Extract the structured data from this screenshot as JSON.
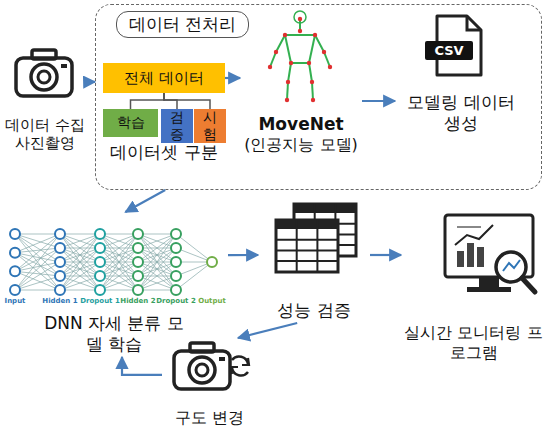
{
  "diagram": {
    "nodes": [
      {
        "text": [
          "데이터 수집 사진촬영"
        ]
      },
      {
        "text": [
          "데이터 전처리"
        ]
      },
      {
        "text": [
          "전체 데이터"
        ],
        "in": 1
      },
      {
        "text": [
          "학습"
        ],
        "in": 1
      },
      {
        "text": [
          "검증"
        ],
        "in": 1
      },
      {
        "text": [
          "시험"
        ],
        "in": 1
      },
      {
        "text": [
          "MoveNet",
          "(인공지능 모델)"
        ],
        "in": 1
      },
      {
        "text": [
          "모델링 데이터 생성"
        ],
        "in": 1
      },
      {
        "text": [
          "DNN 자세 분류 모델 학습"
        ]
      },
      {
        "text": [
          "성능 검증"
        ]
      },
      {
        "text": [
          "실시간 모니터링 프로그램"
        ]
      },
      {
        "text": [
          "구도 변경"
        ]
      }
    ],
    "edges": [
      {
        "from": 0,
        "to": 1,
        "arrow": "to"
      },
      {
        "from": 2,
        "to": 3,
        "arrow": "none"
      },
      {
        "from": 2,
        "to": 4,
        "arrow": "none"
      },
      {
        "from": 2,
        "to": 5,
        "arrow": "none"
      },
      {
        "from": 2,
        "to": 6,
        "arrow": "to"
      },
      {
        "from": 6,
        "to": 7,
        "arrow": "to"
      },
      {
        "from": 1,
        "to": 8,
        "arrow": "to"
      },
      {
        "from": 8,
        "to": 9,
        "arrow": "to"
      },
      {
        "from": 9,
        "to": 10,
        "arrow": "to"
      },
      {
        "from": 9,
        "to": 11,
        "arrow": "to"
      },
      {
        "from": 11,
        "to": 8,
        "arrow": "to"
      }
    ],
    "labels": [
      "데이터셋 구분",
      "CSV",
      "Input",
      "Hidden 1",
      "Dropout 1",
      "Hidden 2",
      "Dropout 2",
      "Output"
    ]
  }
}
